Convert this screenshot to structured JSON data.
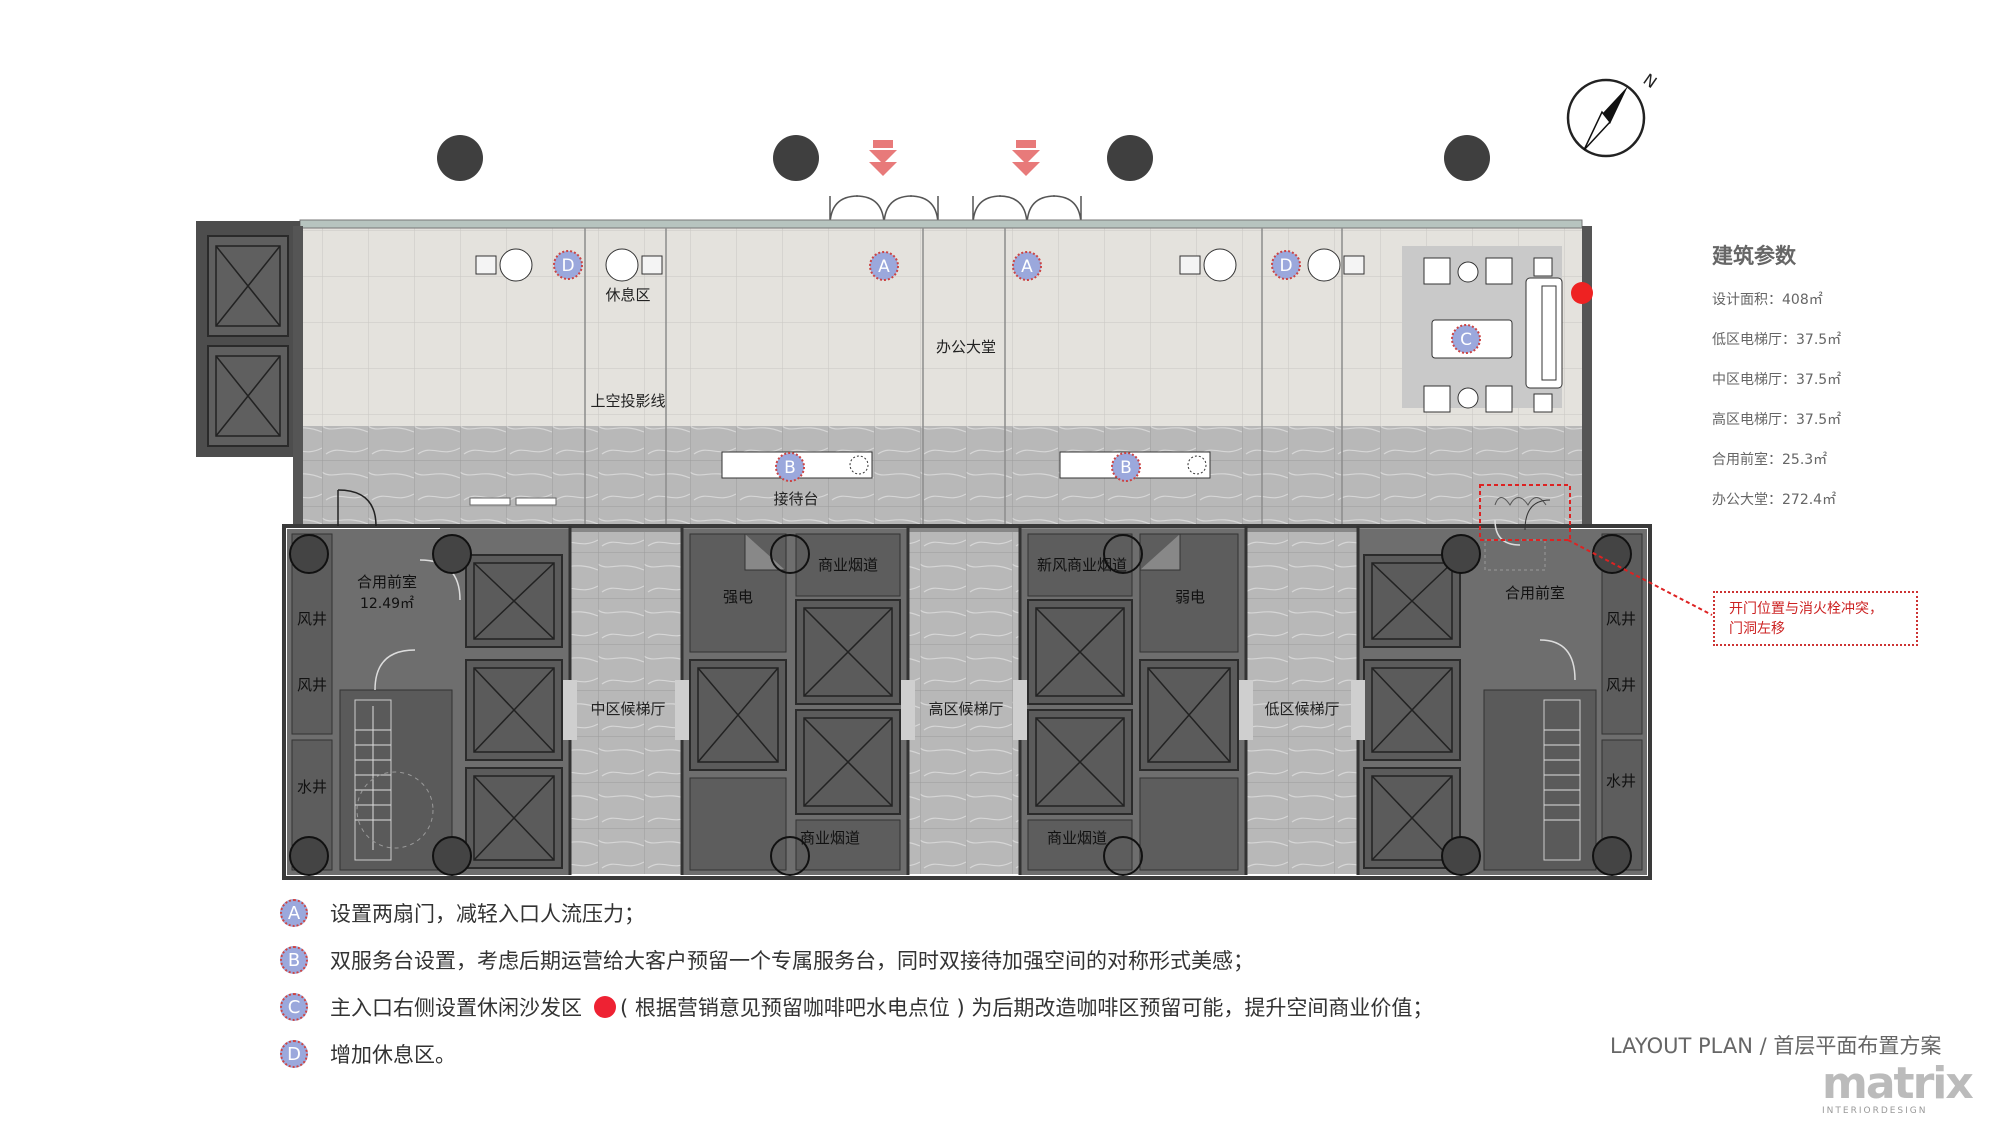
{
  "plan_labels": {
    "rest_area": "休息区",
    "lobby": "办公大堂",
    "projection_line": "上空投影线",
    "reception": "接待台",
    "shared_anteroom_left": "合用前室",
    "shared_anteroom_left_area": "12.49㎡",
    "shared_anteroom_right": "合用前室",
    "air_shaft_1": "风井",
    "air_shaft_2": "风井",
    "water_shaft": "水井",
    "air_shaft_r1": "风井",
    "air_shaft_r2": "风井",
    "water_shaft_r": "水井",
    "strong_power": "强电",
    "weak_power": "弱电",
    "flue_1": "商业烟道",
    "flue_2": "商业烟道",
    "flue_3": "商业烟道",
    "fresh_air_flue": "新风商业烟道",
    "mid_hall": "中区候梯厅",
    "high_hall": "高区候梯厅",
    "low_hall": "低区候梯厅"
  },
  "markers": {
    "a": "A",
    "b": "B",
    "c": "C",
    "d": "D"
  },
  "params": {
    "title": "建筑参数",
    "rows": [
      "设计面积：408㎡",
      "低区电梯厅：37.5㎡",
      "中区电梯厅：37.5㎡",
      "高区电梯厅：37.5㎡",
      "合用前室：25.3㎡",
      "办公大堂：272.4㎡"
    ]
  },
  "callout": {
    "line1": "开门位置与消火栓冲突，",
    "line2": "门洞左移"
  },
  "notes": [
    {
      "marker": "A",
      "text": "设置两扇门，减轻入口人流压力；"
    },
    {
      "marker": "B",
      "text": "双服务台设置，考虑后期运营给大客户预留一个专属服务台，同时双接待加强空间的对称形式美感；"
    },
    {
      "marker": "C",
      "text_before": "主入口右侧设置休闲沙发区",
      "text_after": "( 根据营销意见预留咖啡吧水电点位 ) 为后期改造咖啡区预留可能，提升空间商业价值；"
    },
    {
      "marker": "D",
      "text": "增加休息区。"
    }
  ],
  "footer": {
    "layout_title": "LAYOUT PLAN / 首层平面布置方案",
    "brand": "matrix",
    "brand_sub": "INTERIORDESIGN",
    "compass_letter": "N"
  },
  "colors": {
    "marker_fill": "#9ba8dc",
    "accent_red": "#e22222",
    "wall_dark": "#555555",
    "floor_light": "#e4e2dd",
    "floor_marble": "#b9b9b9"
  }
}
